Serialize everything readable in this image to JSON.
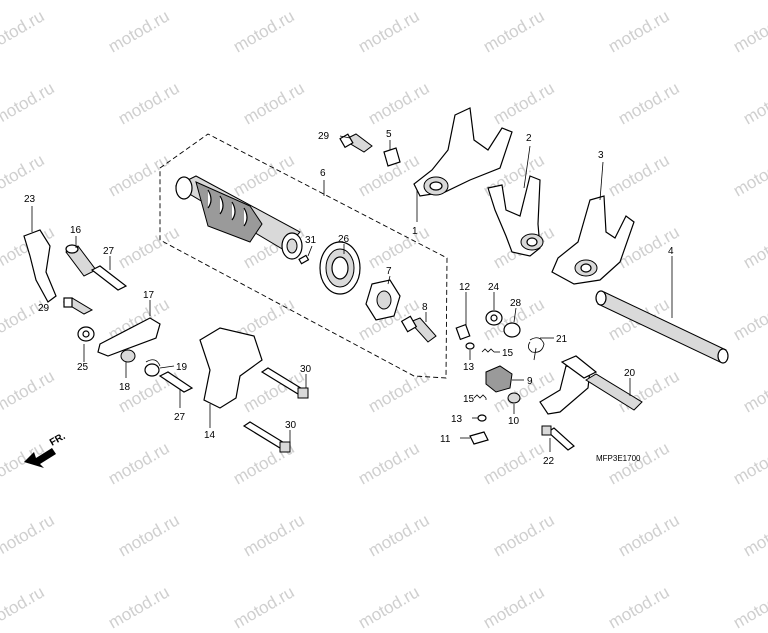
{
  "watermark": "motod.ru",
  "diagram_code": "MFP3E1700",
  "direction_label": "FR.",
  "callouts": [
    {
      "id": "c29a",
      "text": "29"
    },
    {
      "id": "c5",
      "text": "5"
    },
    {
      "id": "c1",
      "text": "1"
    },
    {
      "id": "c2",
      "text": "2"
    },
    {
      "id": "c3",
      "text": "3"
    },
    {
      "id": "c6",
      "text": "6"
    },
    {
      "id": "c23",
      "text": "23"
    },
    {
      "id": "c16",
      "text": "16"
    },
    {
      "id": "c27a",
      "text": "27"
    },
    {
      "id": "c29b",
      "text": "29"
    },
    {
      "id": "c31",
      "text": "31"
    },
    {
      "id": "c26",
      "text": "26"
    },
    {
      "id": "c7",
      "text": "7"
    },
    {
      "id": "c4",
      "text": "4"
    },
    {
      "id": "c24",
      "text": "24"
    },
    {
      "id": "c28",
      "text": "28"
    },
    {
      "id": "c8",
      "text": "8"
    },
    {
      "id": "c12",
      "text": "12"
    },
    {
      "id": "c21",
      "text": "21"
    },
    {
      "id": "c17",
      "text": "17"
    },
    {
      "id": "c25",
      "text": "25"
    },
    {
      "id": "c18",
      "text": "18"
    },
    {
      "id": "c19",
      "text": "19"
    },
    {
      "id": "c15a",
      "text": "15"
    },
    {
      "id": "c13a",
      "text": "13"
    },
    {
      "id": "c30a",
      "text": "30"
    },
    {
      "id": "c9",
      "text": "9"
    },
    {
      "id": "c20",
      "text": "20"
    },
    {
      "id": "c27b",
      "text": "27"
    },
    {
      "id": "c14",
      "text": "14"
    },
    {
      "id": "c15b",
      "text": "15"
    },
    {
      "id": "c13b",
      "text": "13"
    },
    {
      "id": "c10",
      "text": "10"
    },
    {
      "id": "c30b",
      "text": "30"
    },
    {
      "id": "c11",
      "text": "11"
    },
    {
      "id": "c22",
      "text": "22"
    }
  ]
}
